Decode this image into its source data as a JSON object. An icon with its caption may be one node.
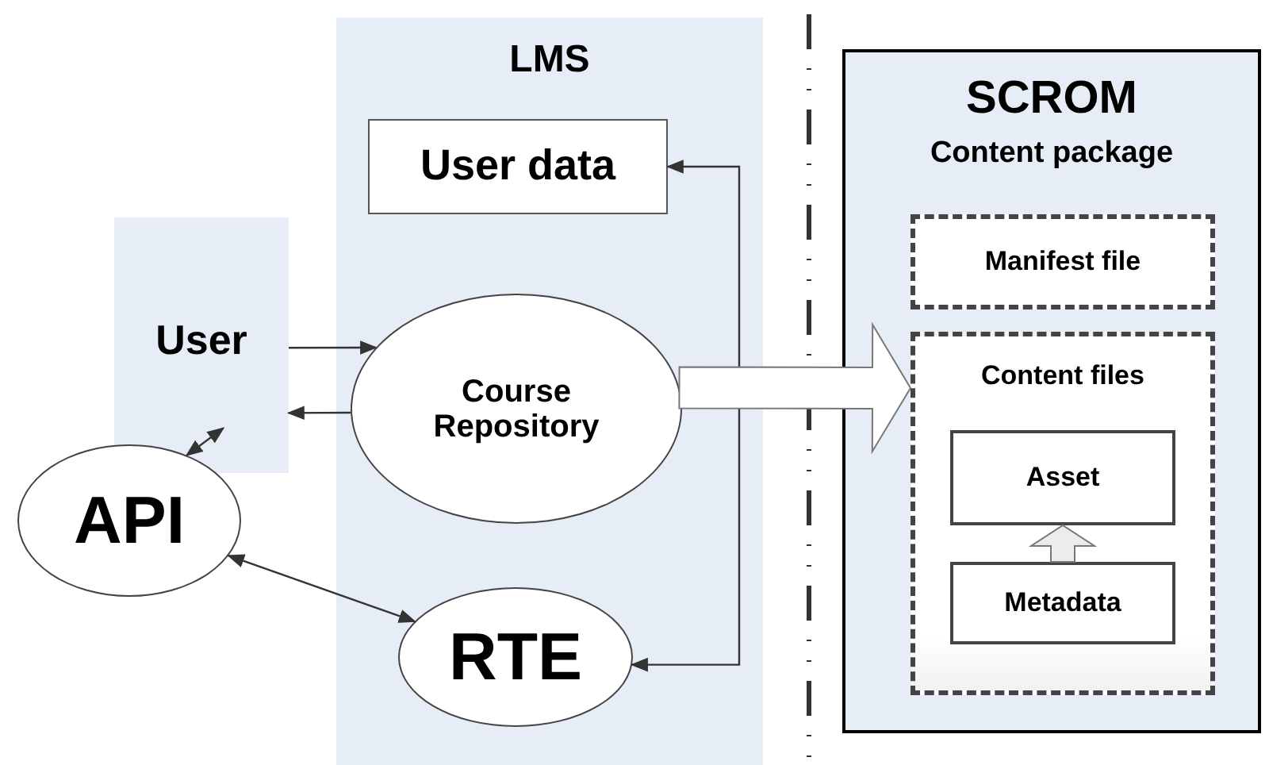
{
  "diagram": {
    "nodes": [
      {
        "text": [
          "LMS"
        ]
      },
      {
        "text": [
          "User data"
        ],
        "in": 0
      },
      {
        "text": [
          "User"
        ]
      },
      {
        "text": [
          "Course Repository"
        ],
        "in": 0
      },
      {
        "text": [
          "API"
        ]
      },
      {
        "text": [
          "RTE"
        ],
        "in": 0
      },
      {
        "text": [
          "SCROM",
          "Content package"
        ]
      },
      {
        "text": [
          "Manifest file"
        ],
        "in": 6
      },
      {
        "text": [
          "Content files"
        ],
        "in": 6
      },
      {
        "text": [
          "Asset"
        ],
        "in": 8
      },
      {
        "text": [
          "Metadata"
        ],
        "in": 8
      }
    ],
    "edges": [
      {
        "from": 2,
        "to": 3,
        "arrow": "to"
      },
      {
        "from": 3,
        "to": 2,
        "arrow": "to"
      },
      {
        "from": 4,
        "to": 2,
        "arrow": "both"
      },
      {
        "from": 4,
        "to": 5,
        "arrow": "both"
      },
      {
        "from": 1,
        "to": 5,
        "arrow": "both"
      },
      {
        "from": 3,
        "to": 8,
        "arrow": "to",
        "style": "thick"
      },
      {
        "from": 10,
        "to": 9,
        "arrow": "to",
        "style": "thick"
      }
    ]
  }
}
